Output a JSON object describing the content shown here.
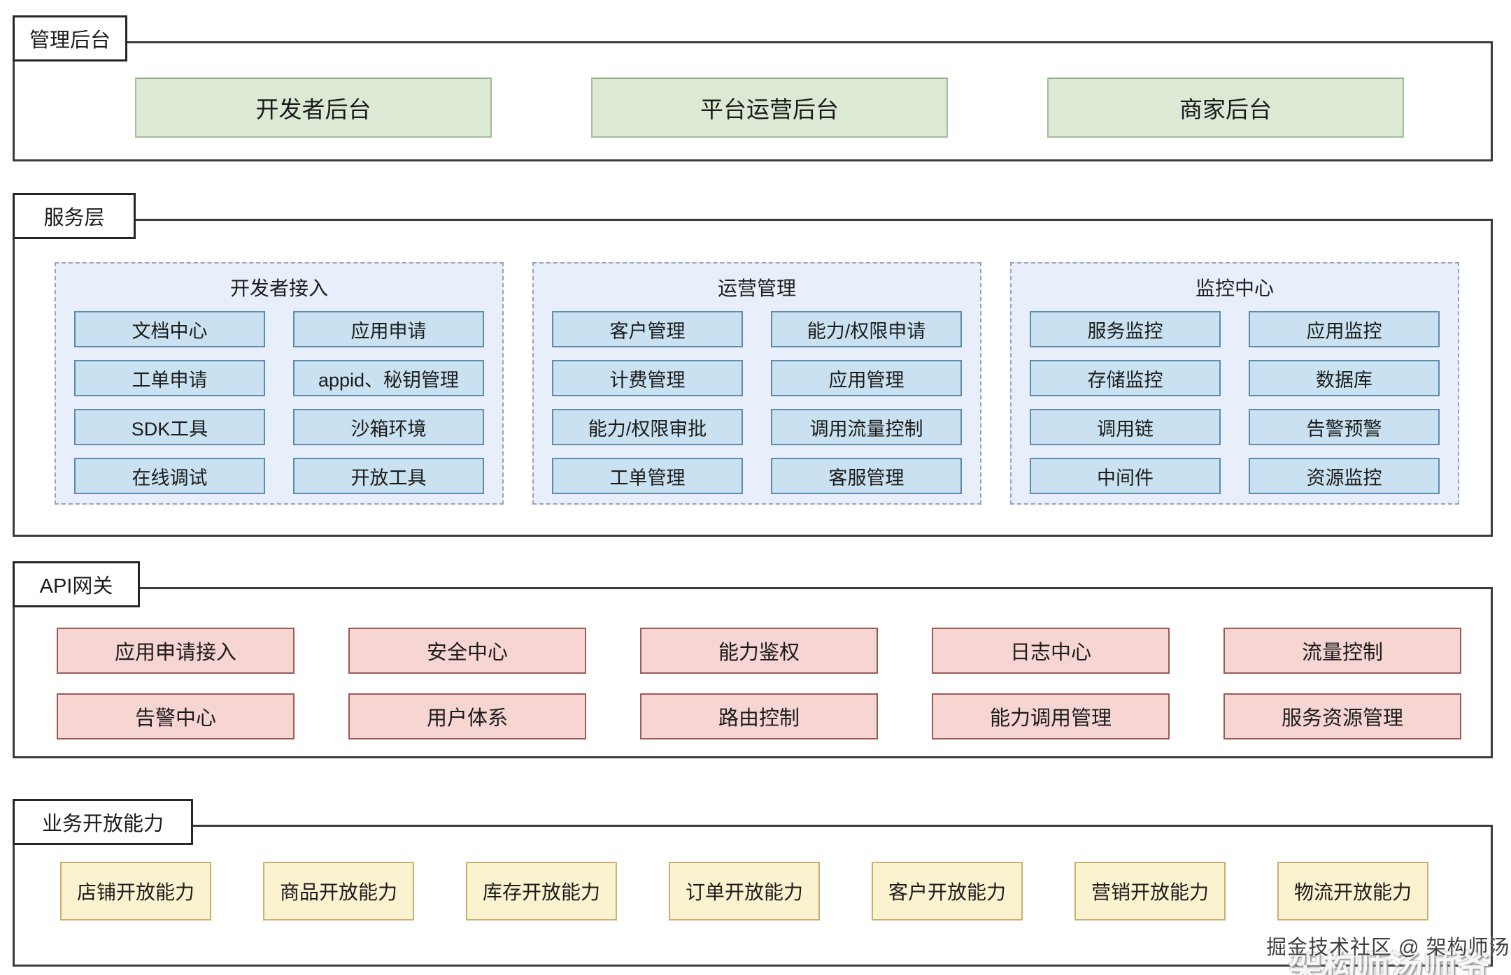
{
  "palette": {
    "section_border": "#3c3c3c",
    "green_fill": "#dcead5",
    "green_border": "#a2bf97",
    "panel_fill": "#e8effb",
    "panel_border": "#94a2b8",
    "blue_fill": "#c9e1f0",
    "blue_border": "#5c8cb0",
    "red_fill": "#f6d5d2",
    "red_border": "#9c5a54",
    "yellow_fill": "#fbf2cf",
    "yellow_border": "#c9b070"
  },
  "sections": {
    "admin": {
      "label": "管理后台",
      "boxes": [
        "开发者后台",
        "平台运营后台",
        "商家后台"
      ]
    },
    "service": {
      "label": "服务层",
      "panels": [
        {
          "title": "开发者接入",
          "items": [
            "文档中心",
            "应用申请",
            "工单申请",
            "appid、秘钥管理",
            "SDK工具",
            "沙箱环境",
            "在线调试",
            "开放工具"
          ]
        },
        {
          "title": "运营管理",
          "items": [
            "客户管理",
            "能力/权限申请",
            "计费管理",
            "应用管理",
            "能力/权限审批",
            "调用流量控制",
            "工单管理",
            "客服管理"
          ]
        },
        {
          "title": "监控中心",
          "items": [
            "服务监控",
            "应用监控",
            "存储监控",
            "数据库",
            "调用链",
            "告警预警",
            "中间件",
            "资源监控"
          ]
        }
      ]
    },
    "gateway": {
      "label": "API网关",
      "row1": [
        "应用申请接入",
        "安全中心",
        "能力鉴权",
        "日志中心",
        "流量控制"
      ],
      "row2": [
        "告警中心",
        "用户体系",
        "路由控制",
        "能力调用管理",
        "服务资源管理"
      ]
    },
    "business": {
      "label": "业务开放能力",
      "boxes": [
        "店铺开放能力",
        "商品开放能力",
        "库存开放能力",
        "订单开放能力",
        "客户开放能力",
        "营销开放能力",
        "物流开放能力"
      ]
    }
  },
  "watermark": {
    "line1": "掘金技术社区 @ 架构师汤师爷",
    "line2": "架构师汤师爷"
  }
}
